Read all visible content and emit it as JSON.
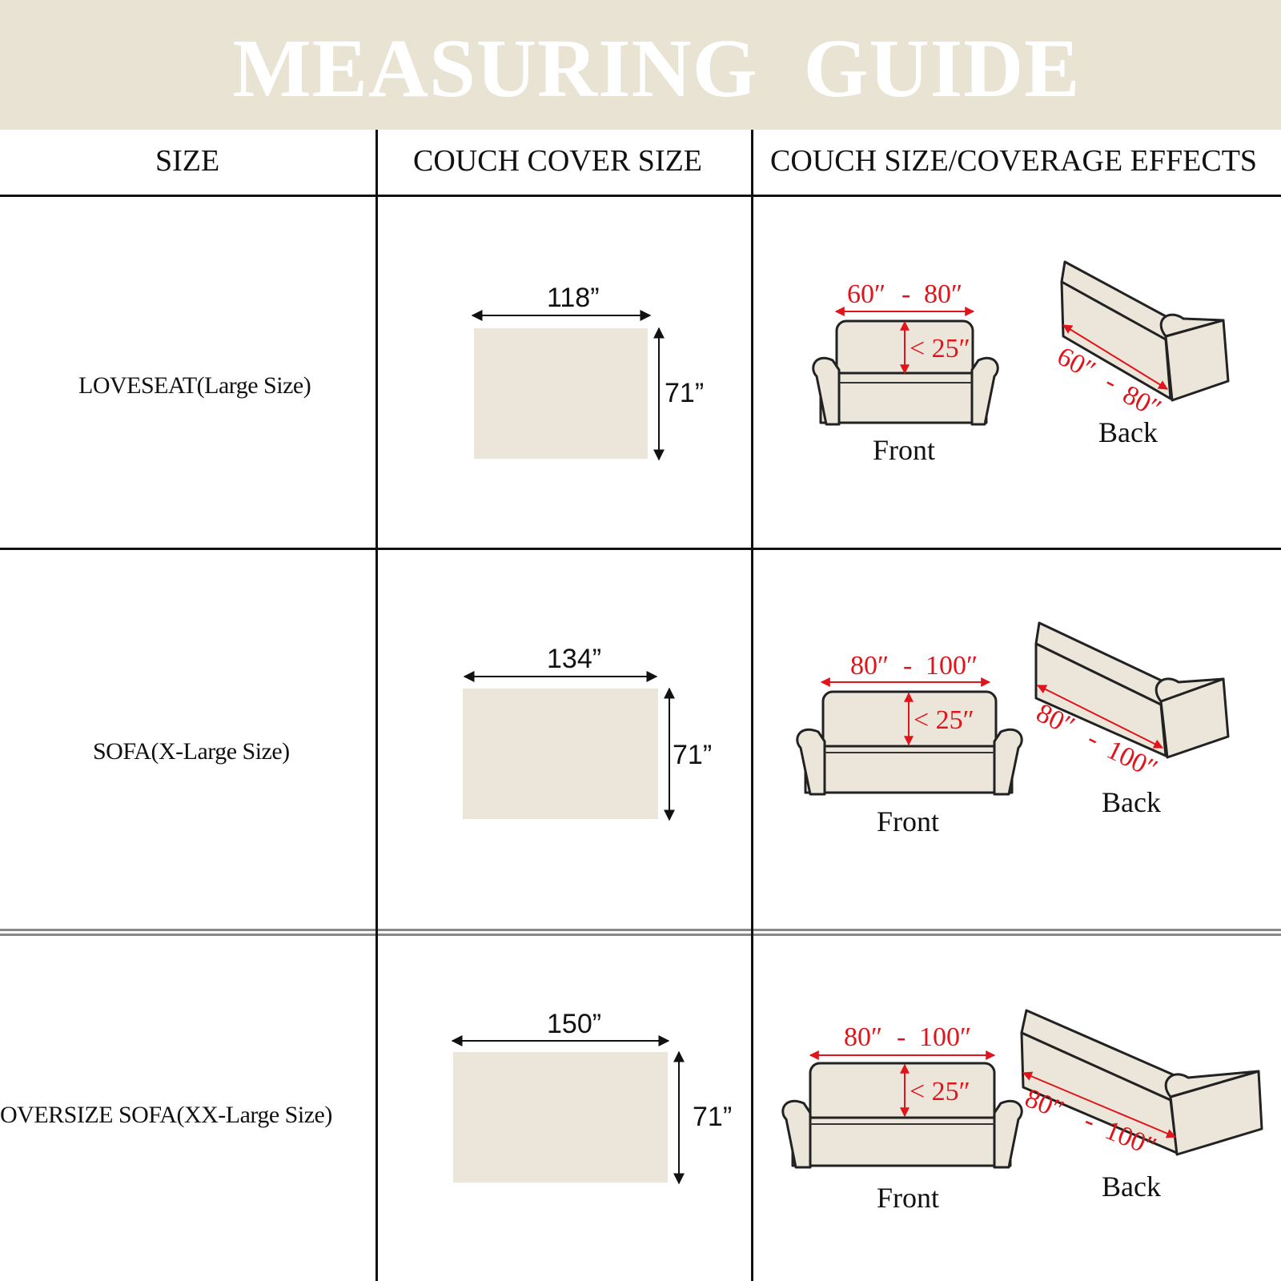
{
  "title": "MEASURING  GUIDE",
  "headers": {
    "size": "SIZE",
    "cover": "COUCH COVER SIZE",
    "coverage": "COUCH SIZE/COVERAGE EFFECTS"
  },
  "rows": [
    {
      "size": "LOVESEAT(Large Size)",
      "cover_width": "118”",
      "cover_height": "71”",
      "front_range_low": "60″",
      "front_range_sep": "-",
      "front_range_high": "80″",
      "seat_height": "< 25″",
      "back_range_low": "60″",
      "back_range_sep": "-",
      "back_range_high": "80″",
      "front_label": "Front",
      "back_label": "Back"
    },
    {
      "size": "SOFA(X-Large Size)",
      "cover_width": "134”",
      "cover_height": "71”",
      "front_range_low": "80″",
      "front_range_sep": "-",
      "front_range_high": "100″",
      "seat_height": "< 25″",
      "back_range_low": "80″",
      "back_range_sep": "-",
      "back_range_high": "100″",
      "front_label": "Front",
      "back_label": "Back"
    },
    {
      "size": "OVERSIZE SOFA(XX-Large Size)",
      "cover_width": "150”",
      "cover_height": "71”",
      "front_range_low": "80″",
      "front_range_sep": "-",
      "front_range_high": "100″",
      "seat_height": "< 25″",
      "back_range_low": "80″",
      "back_range_sep": "-",
      "back_range_high": "100″",
      "front_label": "Front",
      "back_label": "Back"
    }
  ],
  "colors": {
    "banner": "#e9e3d4",
    "cover_swatch": "#ebe6d9",
    "dimension_red": "#e0141a",
    "rules": "#111111"
  }
}
